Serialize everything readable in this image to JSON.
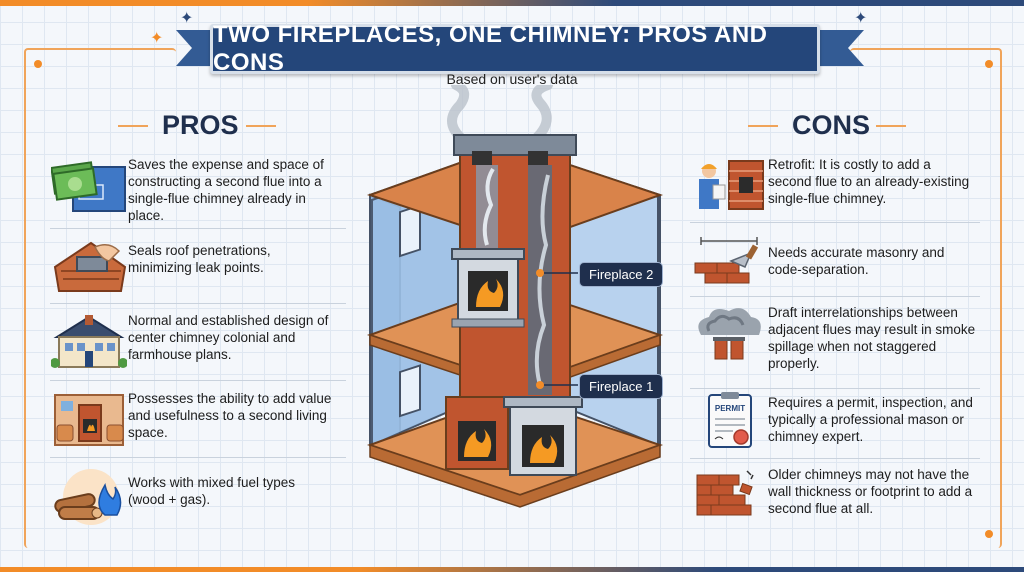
{
  "header": {
    "title": "TWO FIREPLACES, ONE CHIMNEY: PROS AND CONS",
    "subtitle": "Based on user's data"
  },
  "pros": {
    "heading": "PROS",
    "items": [
      {
        "icon": "money-blueprint-icon",
        "text": "Saves the expense and space of constructing a second flue into a single-flue chimney already in place."
      },
      {
        "icon": "roof-hand-icon",
        "text": "Seals roof penetrations, minimizing leak points."
      },
      {
        "icon": "colonial-house-icon",
        "text": "Normal and established design of center chimney colonial and farmhouse plans."
      },
      {
        "icon": "living-room-icon",
        "text": "Possesses the ability to add value and usefulness to a second living space."
      },
      {
        "icon": "wood-gas-flame-icon",
        "text": "Works with mixed fuel types (wood + gas)."
      }
    ]
  },
  "cons": {
    "heading": "CONS",
    "items": [
      {
        "icon": "mason-worker-icon",
        "text": "Retrofit: It is costly to add a second flue to an already-existing single-flue chimney."
      },
      {
        "icon": "trowel-bricks-icon",
        "text": "Needs accurate masonry and code-separation."
      },
      {
        "icon": "smoke-spillage-icon",
        "text": "Draft interrelationships between adjacent flues may result in smoke spillage when not staggered properly."
      },
      {
        "icon": "permit-document-icon",
        "text": "Requires a permit, inspection, and typically a professional mason or chimney expert."
      },
      {
        "icon": "crumbling-wall-icon",
        "text": "Older chimneys may not have the wall thickness or footprint to add a second flue at all."
      }
    ]
  },
  "diagram": {
    "callout_upper": "Fireplace 2",
    "callout_lower": "Fireplace 1",
    "permit_label": "PERMIT"
  },
  "colors": {
    "navy": "#24467a",
    "accent": "#f28c28",
    "brick": "#c0552f"
  }
}
